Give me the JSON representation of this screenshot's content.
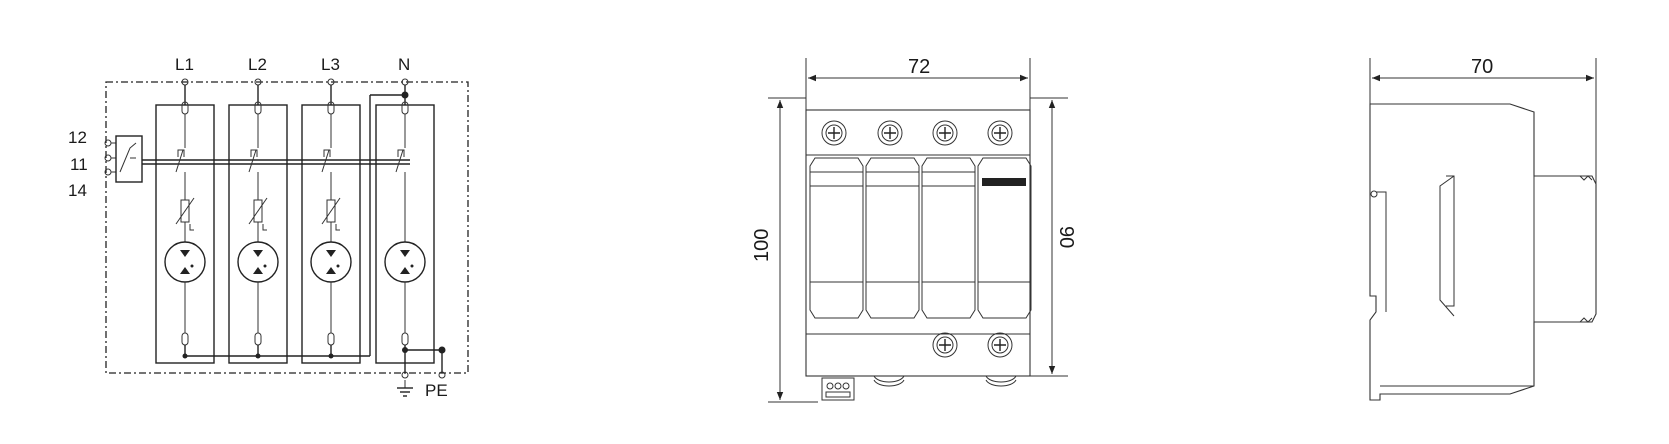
{
  "schematic": {
    "terminals": [
      "L1",
      "L2",
      "L3",
      "N"
    ],
    "contacts": [
      "12",
      "11",
      "14"
    ],
    "earth": "PE"
  },
  "front_view": {
    "width_dim": "72",
    "height_dim_outer": "100",
    "height_dim_inner": "90"
  },
  "side_view": {
    "depth_dim": "70"
  }
}
